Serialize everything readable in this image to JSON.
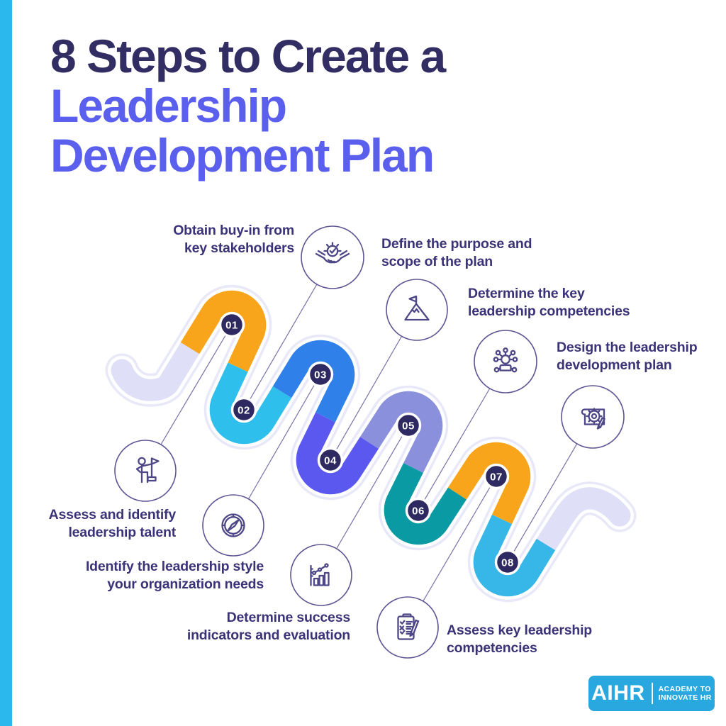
{
  "title": {
    "line1": "8 Steps to Create a",
    "line2": "Leadership",
    "line3": "Development Plan",
    "line1_color": "#322D63",
    "accent_color": "#5B5FEE"
  },
  "steps": [
    {
      "number": "01",
      "label_line1": "Assess and identify",
      "label_line2": "leadership talent",
      "icon": "person-flag-icon",
      "color": "#F9A51C"
    },
    {
      "number": "02",
      "label_line1": "Obtain buy-in from",
      "label_line2": "key stakeholders",
      "icon": "handshake-check-icon",
      "color": "#2EBFEC"
    },
    {
      "number": "03",
      "label_line1": "Identify the leadership style",
      "label_line2": "your organization needs",
      "icon": "compass-icon",
      "color": "#2F80E9"
    },
    {
      "number": "04",
      "label_line1": "Define the purpose and",
      "label_line2": "scope of the plan",
      "icon": "mountain-flag-icon",
      "color": "#5B58EF"
    },
    {
      "number": "05",
      "label_line1": "Determine success",
      "label_line2": "indicators and evaluation",
      "icon": "bar-chart-icon",
      "color": "#8A90DC"
    },
    {
      "number": "06",
      "label_line1": "Determine the key",
      "label_line2": "leadership competencies",
      "icon": "person-network-icon",
      "color": "#0A9AA3"
    },
    {
      "number": "07",
      "label_line1": "Assess key leadership",
      "label_line2": "competencies",
      "icon": "clipboard-checklist-icon",
      "color": "#F9A51C"
    },
    {
      "number": "08",
      "label_line1": "Design the leadership",
      "label_line2": "development plan",
      "icon": "blueprint-gear-icon",
      "color": "#36B7E8"
    }
  ],
  "theme": {
    "left_bar_color": "#2BB8EC",
    "tail_color": "#DFDFF8",
    "halo_color": "#E8E8F9",
    "badge_bg": "#2E2960",
    "badge_text_color": "#FFFFFF",
    "label_color": "#3B3377",
    "icon_stroke": "#4E4787",
    "connector_color": "#7672A8",
    "background": "#FFFFFF"
  },
  "logo": {
    "brand": "AIHR",
    "tagline_line1": "ACADEMY TO",
    "tagline_line2": "INNOVATE HR",
    "bg_color": "#29A8DF"
  }
}
